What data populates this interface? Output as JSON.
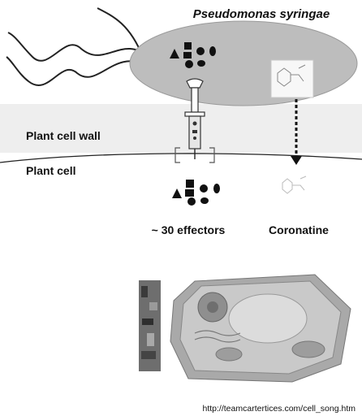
{
  "title": "Pseudomonas syringae",
  "labels": {
    "cell_wall": "Plant cell wall",
    "plant_cell": "Plant cell",
    "effectors": "~ 30 effectors",
    "coronatine": "Coronatine",
    "source_url": "http://teamcartertices.com/cell_song.htm"
  },
  "colors": {
    "bacterium": "#bdbdbd",
    "cell_wall_band": "#eeeeee",
    "cell_illustration": "#a9a9a9",
    "ink": "#111111"
  }
}
